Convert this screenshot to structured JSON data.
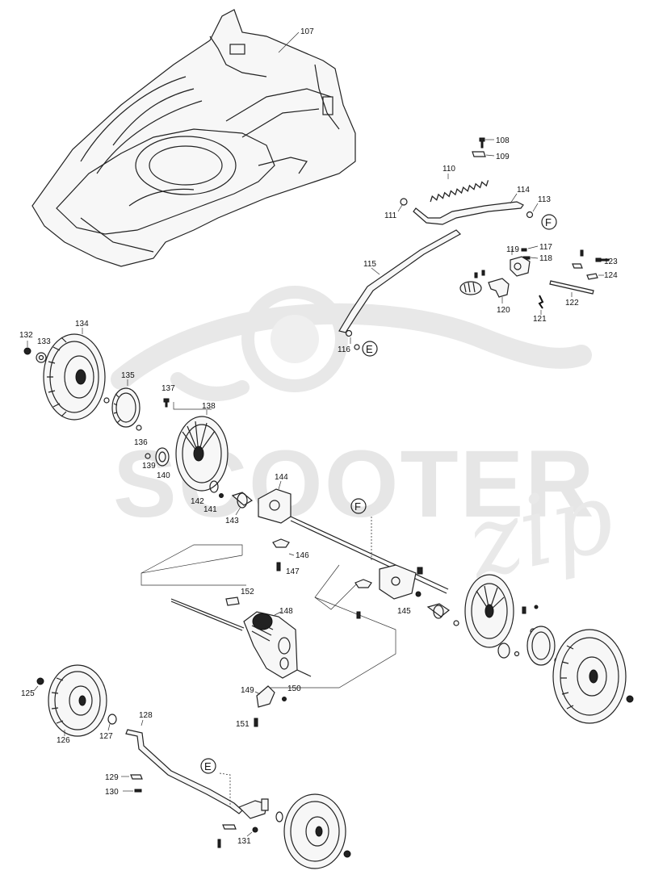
{
  "watermark": {
    "brand": "SCOOTER",
    "brand_suffix": "zip"
  },
  "callouts": {
    "f": "F",
    "e": "E"
  },
  "parts": [
    {
      "id": "p107",
      "number": "107"
    },
    {
      "id": "p108",
      "number": "108"
    },
    {
      "id": "p109",
      "number": "109"
    },
    {
      "id": "p110",
      "number": "110"
    },
    {
      "id": "p111",
      "number": "111"
    },
    {
      "id": "p113",
      "number": "113"
    },
    {
      "id": "p114",
      "number": "114"
    },
    {
      "id": "p115",
      "number": "115"
    },
    {
      "id": "p116",
      "number": "116"
    },
    {
      "id": "p117",
      "number": "117"
    },
    {
      "id": "p118",
      "number": "118"
    },
    {
      "id": "p119",
      "number": "119"
    },
    {
      "id": "p120",
      "number": "120"
    },
    {
      "id": "p121",
      "number": "121"
    },
    {
      "id": "p122",
      "number": "122"
    },
    {
      "id": "p123",
      "number": "123"
    },
    {
      "id": "p124",
      "number": "124"
    },
    {
      "id": "p125",
      "number": "125"
    },
    {
      "id": "p126",
      "number": "126"
    },
    {
      "id": "p127",
      "number": "127"
    },
    {
      "id": "p128",
      "number": "128"
    },
    {
      "id": "p129",
      "number": "129"
    },
    {
      "id": "p130",
      "number": "130"
    },
    {
      "id": "p131",
      "number": "131"
    },
    {
      "id": "p132",
      "number": "132"
    },
    {
      "id": "p133",
      "number": "133"
    },
    {
      "id": "p134",
      "number": "134"
    },
    {
      "id": "p135",
      "number": "135"
    },
    {
      "id": "p136",
      "number": "136"
    },
    {
      "id": "p137",
      "number": "137"
    },
    {
      "id": "p138",
      "number": "138"
    },
    {
      "id": "p139",
      "number": "139"
    },
    {
      "id": "p140",
      "number": "140"
    },
    {
      "id": "p141",
      "number": "141"
    },
    {
      "id": "p142",
      "number": "142"
    },
    {
      "id": "p143",
      "number": "143"
    },
    {
      "id": "p144",
      "number": "144"
    },
    {
      "id": "p145",
      "number": "145"
    },
    {
      "id": "p146",
      "number": "146"
    },
    {
      "id": "p147",
      "number": "147"
    },
    {
      "id": "p148",
      "number": "148"
    },
    {
      "id": "p149",
      "number": "149"
    },
    {
      "id": "p150",
      "number": "150"
    },
    {
      "id": "p151",
      "number": "151"
    },
    {
      "id": "p152",
      "number": "152"
    }
  ]
}
